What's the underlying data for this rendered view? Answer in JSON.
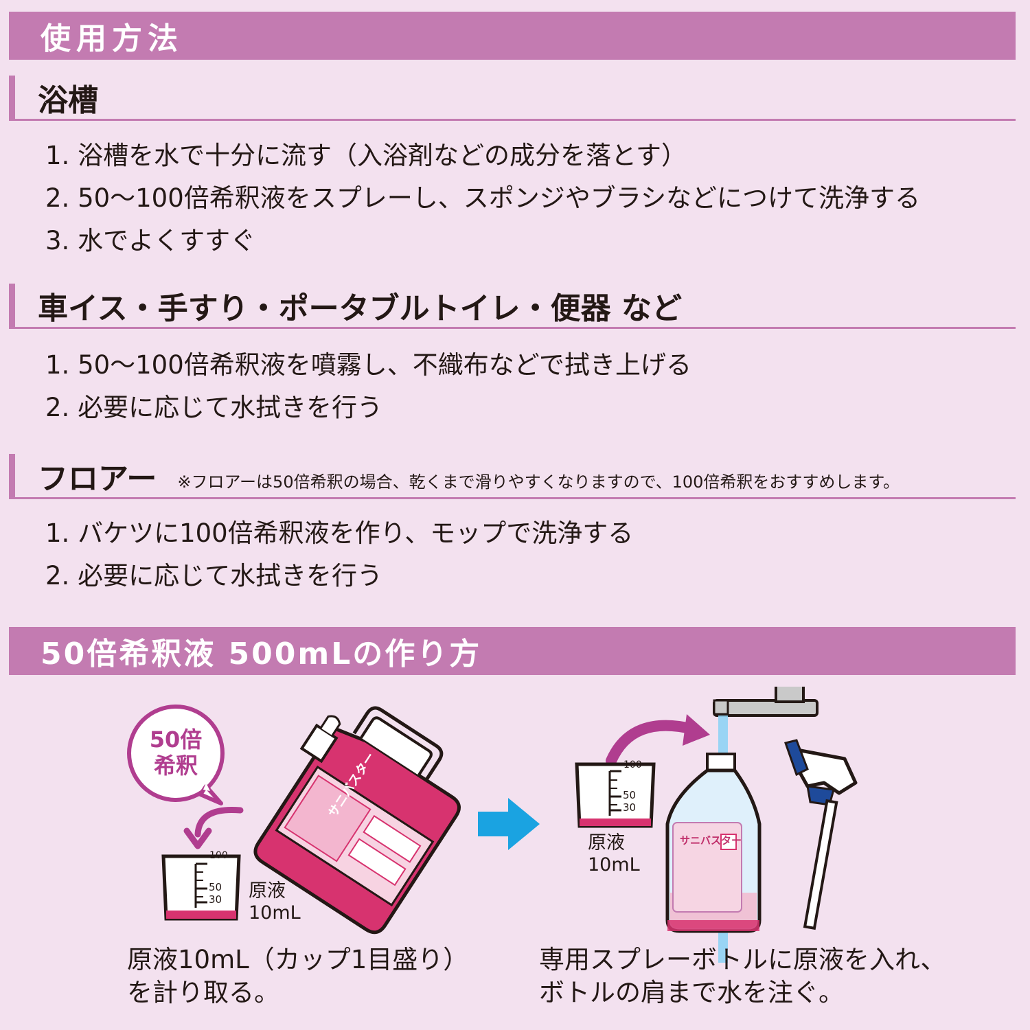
{
  "sections": {
    "usage": {
      "title": "使用方法"
    },
    "bath": {
      "title": "浴槽",
      "steps": [
        "1. 浴槽を水で十分に流す（入浴剤などの成分を落とす）",
        "2. 50～100倍希釈液をスプレーし、スポンジやブラシなどにつけて洗浄する",
        "3. 水でよくすすぐ"
      ]
    },
    "wheelchair": {
      "title": "車イス・手すり・ポータブルトイレ・便器 など",
      "steps": [
        "1. 50～100倍希釈液を噴霧し、不織布などで拭き上げる",
        "2. 必要に応じて水拭きを行う"
      ]
    },
    "floor": {
      "title": "フロアー",
      "note": "※フロアーは50倍希釈の場合、乾くまで滑りやすくなりますので、100倍希釈をおすすめします。",
      "steps": [
        "1. バケツに100倍希釈液を作り、モップで洗浄する",
        "2. 必要に応じて水拭きを行う"
      ]
    },
    "recipe": {
      "title": "50倍希釈液 500mLの作り方"
    }
  },
  "illustration": {
    "badge": {
      "line1": "50倍",
      "line2": "希釈"
    },
    "cup_ticks": {
      "top": "100",
      "mid": "50",
      "low": "30"
    },
    "concentrate_label": {
      "line1": "原液",
      "line2": "10mL"
    },
    "product_name": "サニバスター",
    "caption_left": {
      "line1": "原液10mL（カップ1目盛り）",
      "line2": "を計り取る。"
    },
    "caption_right": {
      "line1": "専用スプレーボトルに原液を入れ、",
      "line2": "ボトルの肩まで水を注ぐ。"
    },
    "colors": {
      "accent": "#c37bb1",
      "product": "#d7336f",
      "arrow": "#1aa3e1",
      "cap_blue": "#1e4a9a"
    }
  }
}
